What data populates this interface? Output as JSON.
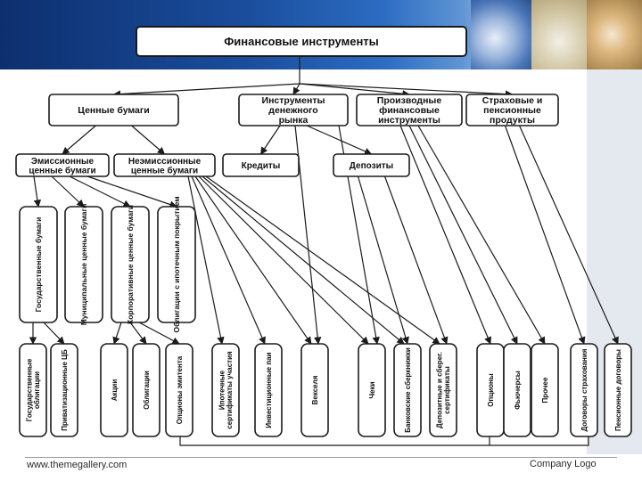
{
  "footer": {
    "website": "www.themegallery.com",
    "logo_text": "Company Logo"
  },
  "diagram": {
    "title": "Финансовые инструменты",
    "level1": [
      [
        "Ценные бумаги"
      ],
      [
        "Инструменты",
        "денежного",
        "рынка"
      ],
      [
        "Производные",
        "финансовые",
        "инструменты"
      ],
      [
        "Страховые и",
        "пенсионные",
        "продукты"
      ]
    ],
    "level2": [
      [
        "Эмиссионные",
        "ценные бумаги"
      ],
      [
        "Неэмиссионные",
        "ценные бумаги"
      ],
      [
        "Кредиты"
      ],
      [
        "Депозиты"
      ]
    ],
    "level3": [
      "Государственные бумаги",
      "Муниципальные ценные бумаги",
      "Корпоративные ценные бумаги",
      "Облигации с ипотечным покрытием"
    ],
    "level4": [
      [
        "Государственные",
        "облигации"
      ],
      [
        "Приватизационные ЦБ"
      ],
      [
        "Акции"
      ],
      [
        "Облигации"
      ],
      [
        "Опционы эмитента"
      ],
      [
        "Ипотечные",
        "сертификаты участия"
      ],
      [
        "Инвестиционные паи"
      ],
      [
        "Векселя"
      ],
      [
        "Чеки"
      ],
      [
        "Банковские сберкнижки"
      ],
      [
        "Депозитные и сберег.",
        "сертификаты"
      ],
      [
        "Опционы"
      ],
      [
        "Фьючерсы"
      ],
      [
        "Прочее"
      ],
      [
        "Договоры страхования"
      ],
      [
        "Пенсионные договоры"
      ]
    ]
  }
}
